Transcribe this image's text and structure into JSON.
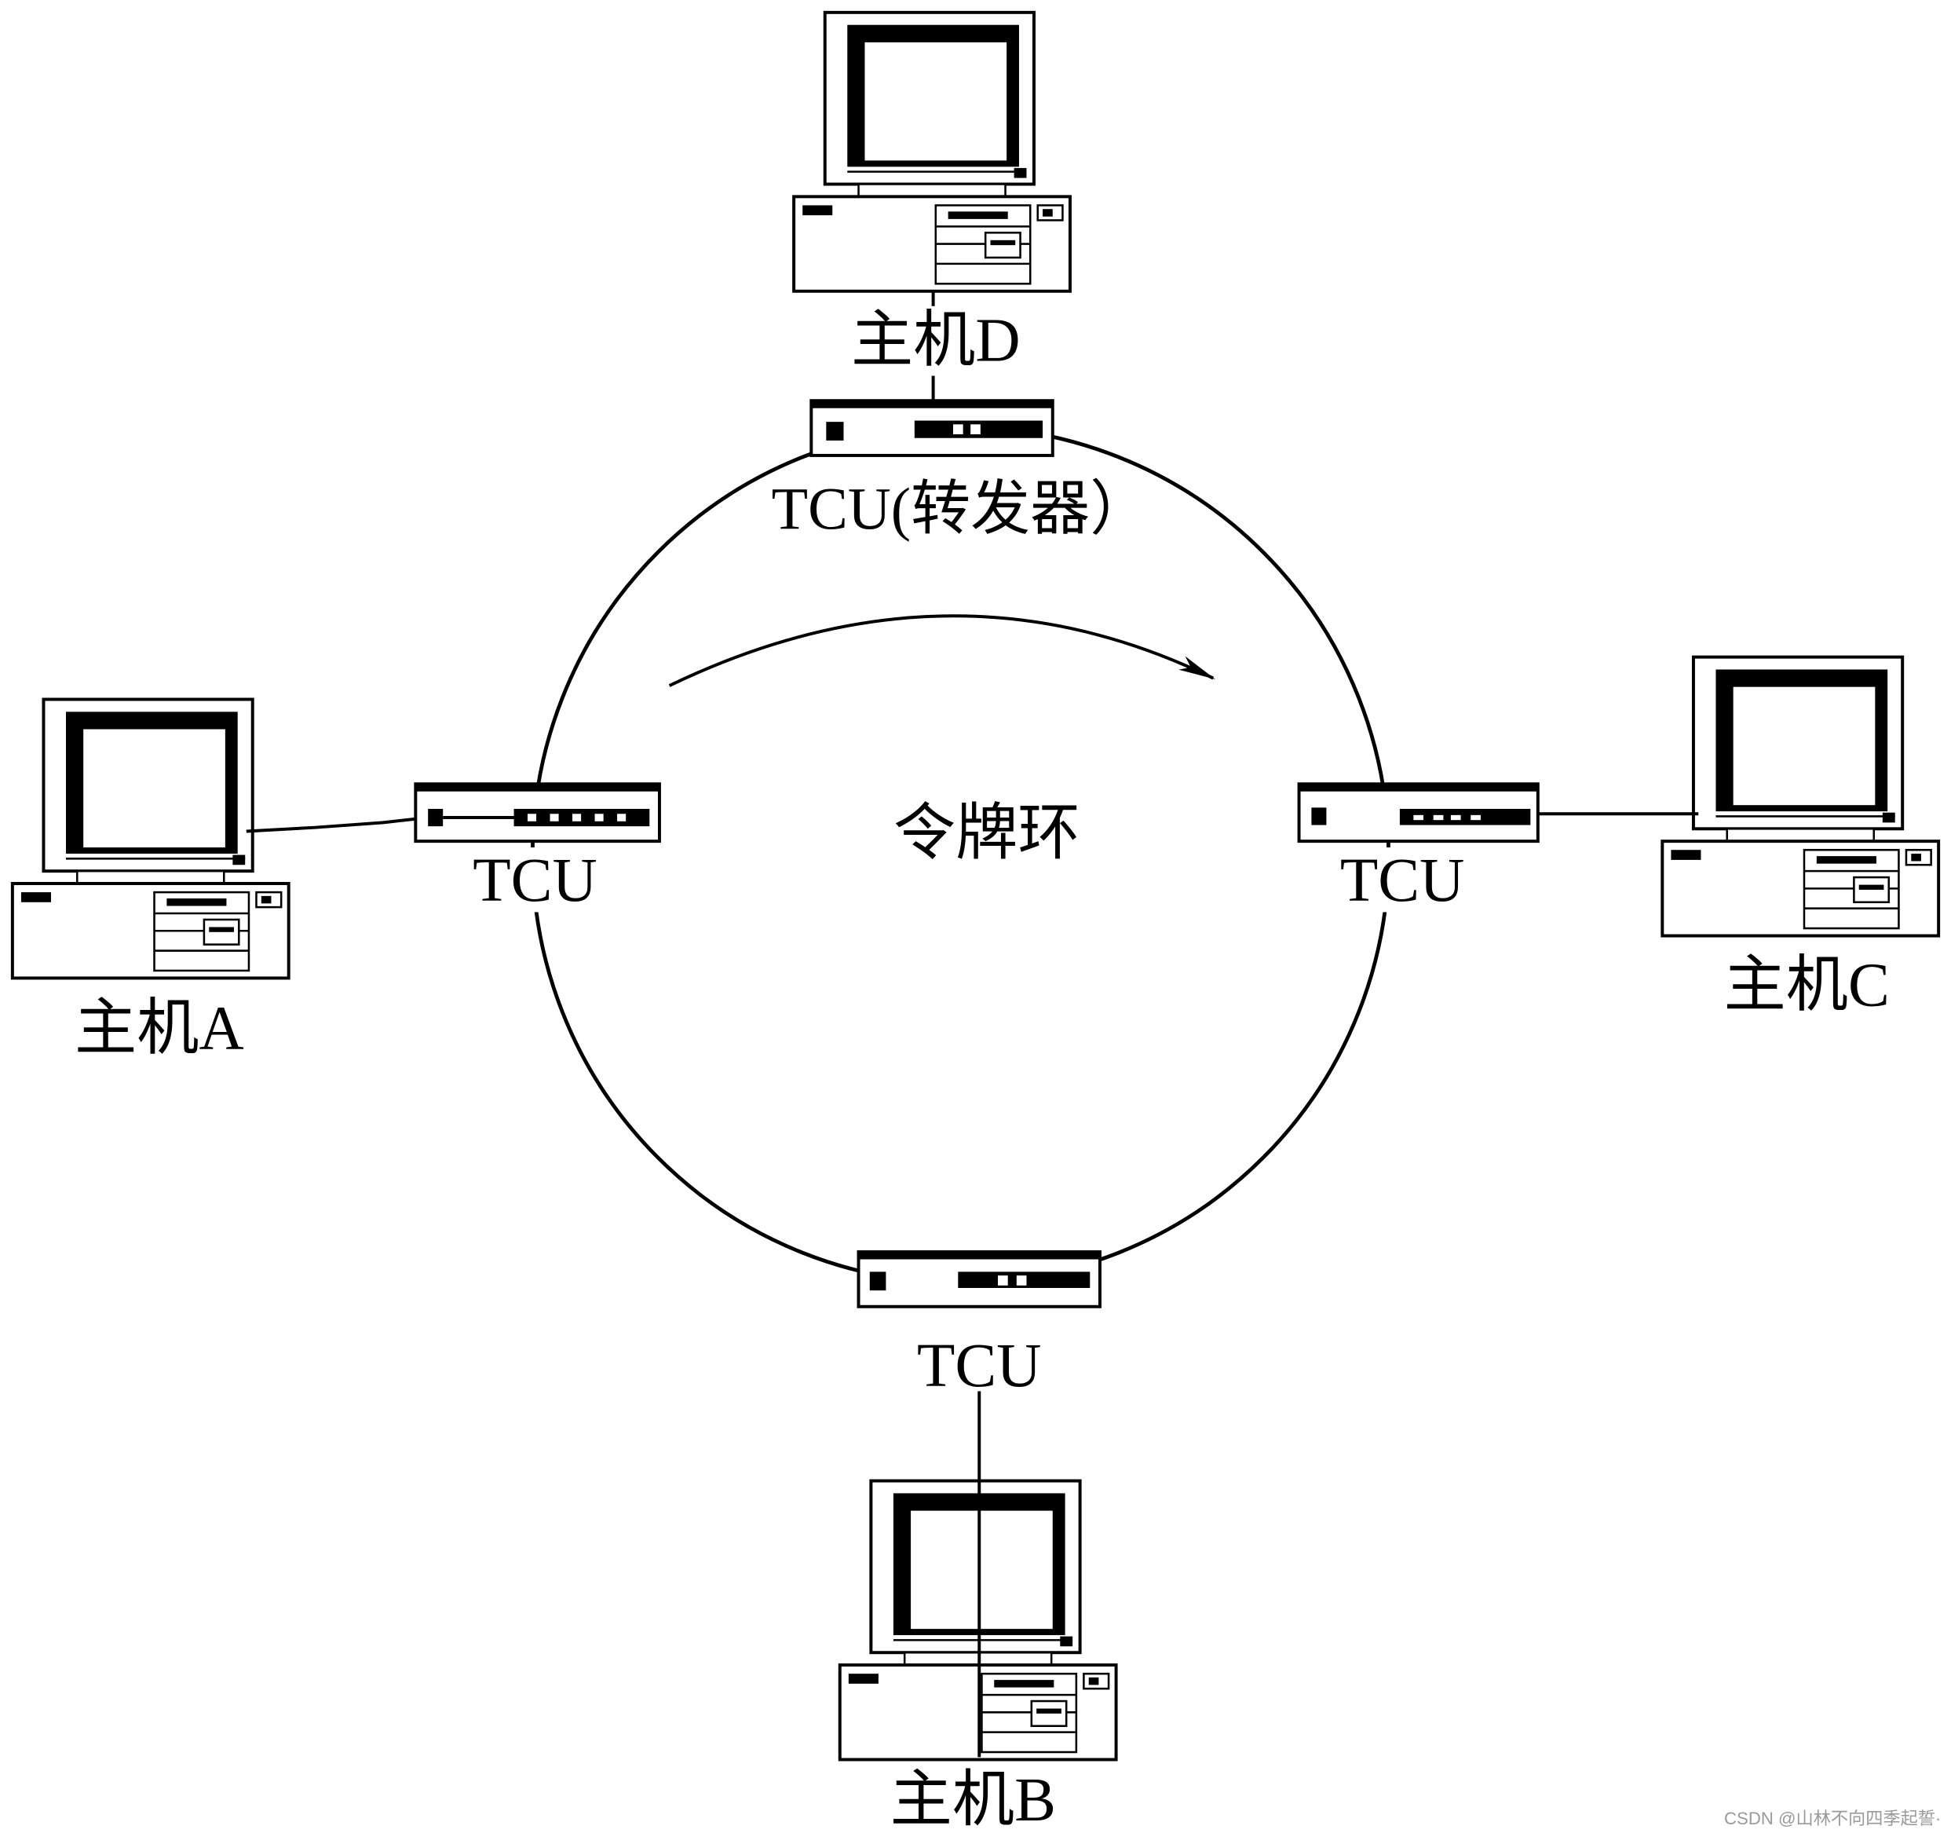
{
  "diagram": {
    "ring_label": "令牌环",
    "tcu_top_label": "TCU(转发器）",
    "tcu_left_label": "TCU",
    "tcu_right_label": "TCU",
    "tcu_bottom_label": "TCU",
    "hosts": {
      "a": "主机A",
      "b": "主机B",
      "c": "主机C",
      "d": "主机D"
    },
    "watermark": "CSDN @山林不向四季起誓·"
  },
  "icons": {
    "host": "computer-icon",
    "tcu": "tcu-icon",
    "direction": "arrow-icon"
  },
  "colors": {
    "stroke": "#000000",
    "background": "#ffffff",
    "watermark": "#9a9a9a"
  }
}
